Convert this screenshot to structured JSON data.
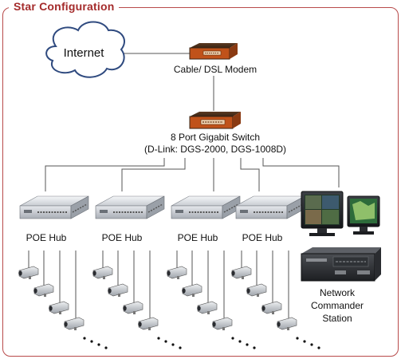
{
  "title": "Star Configuration",
  "internet_label": "Internet",
  "modem_label": "Cable/ DSL  Modem",
  "switch_label_line1": "8 Port Gigabit Switch",
  "switch_label_line2": "(D-Link: DGS-2000, DGS-1008D)",
  "hub_label": "POE Hub",
  "station_label_line1": "Network",
  "station_label_line2": "Commander",
  "station_label_line3": "Station",
  "colors": {
    "frame": "#b84a4a",
    "title": "#a42b2b",
    "device_body": "#c0521a",
    "lines": "#555555"
  }
}
